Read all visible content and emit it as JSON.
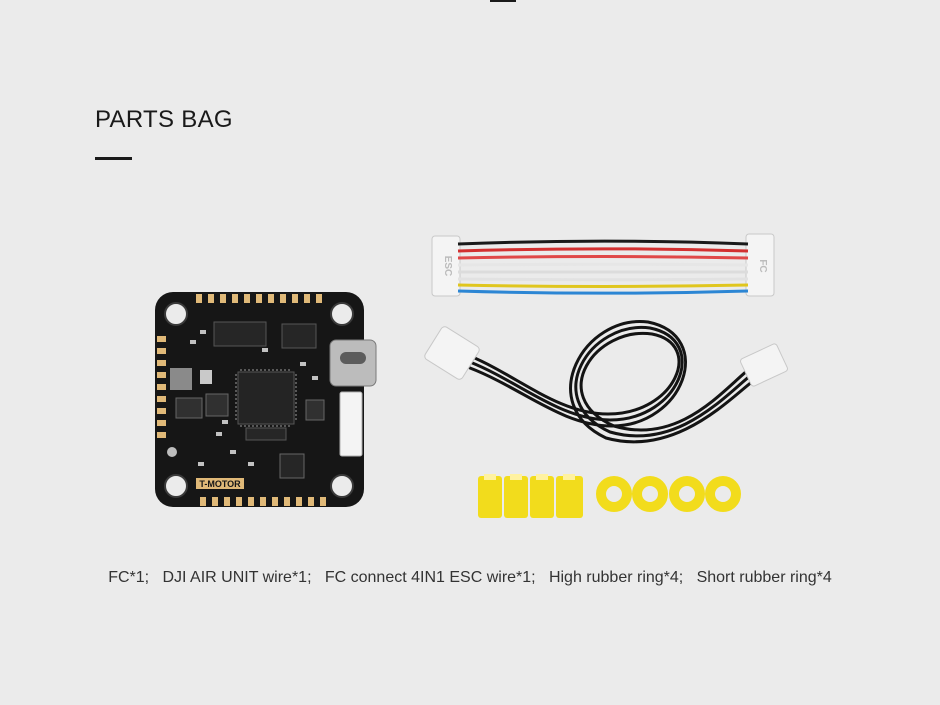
{
  "section": {
    "title": "PARTS BAG"
  },
  "labels": {
    "brand": "T-MOTOR",
    "esc_end": "ESC",
    "fc_end": "FC"
  },
  "caption": "FC*1;   DJI AIR UNIT wire*1;   FC connect 4IN1 ESC wire*1;   High rubber ring*4;   Short rubber ring*4",
  "colors": {
    "background": "#ebebeb",
    "board": "#161616",
    "pads": "#e0b978",
    "rubber": "#f2dc1c"
  }
}
